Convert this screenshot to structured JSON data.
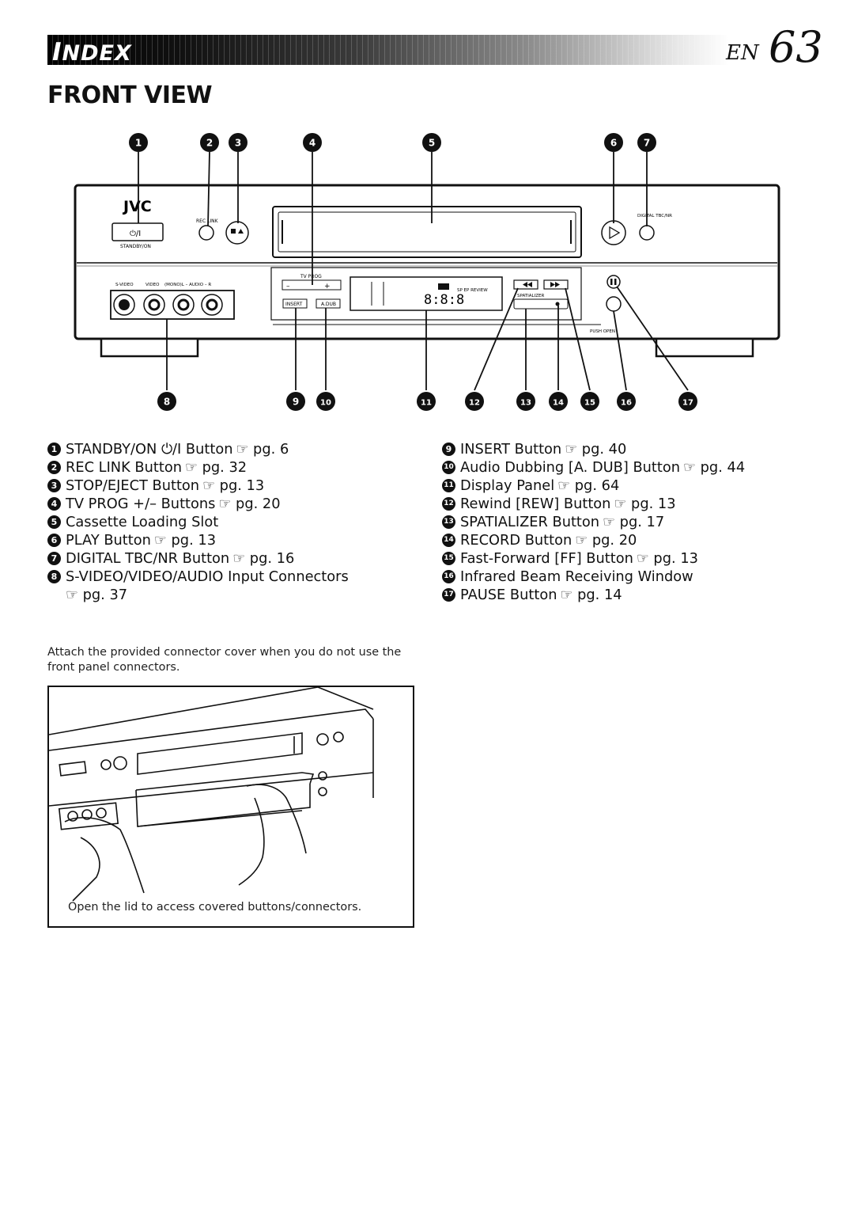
{
  "header": {
    "title_initial": "I",
    "title_rest": "NDEX",
    "lang": "EN",
    "page_number": "63"
  },
  "section_title": "FRONT VIEW",
  "diagram": {
    "brand": "JVC",
    "callout_numbers": [
      "1",
      "2",
      "3",
      "4",
      "5",
      "6",
      "7",
      "8",
      "9",
      "10",
      "11",
      "12",
      "13",
      "14",
      "15",
      "16",
      "17"
    ],
    "labels": {
      "standby_on": "STANDBY/ON",
      "power_symbol": "⏻/I",
      "rec_link": "REC LINK",
      "digital_tbc": "DIGITAL TBC/NR",
      "tv_prog": "TV PROG",
      "minus": "–",
      "plus": "+",
      "insert": "INSERT",
      "adub": "A.DUB",
      "spatializer": "SPATIALIZER",
      "push_open": "PUSH OPEN",
      "svideo": "S-VIDEO",
      "video": "VIDEO",
      "audio": "(MONO)L – AUDIO – R",
      "display_time": "8:8:8",
      "display_sp": "SP  EP  REVIEW"
    }
  },
  "items_left": [
    {
      "n": "1",
      "text": "STANDBY/ON ⏻/I Button",
      "ref": "☞ pg. 6"
    },
    {
      "n": "2",
      "text": "REC LINK Button",
      "ref": "☞ pg. 32"
    },
    {
      "n": "3",
      "text": "STOP/EJECT Button",
      "ref": "☞ pg. 13"
    },
    {
      "n": "4",
      "text": "TV PROG +/– Buttons",
      "ref": "☞ pg. 20"
    },
    {
      "n": "5",
      "text": "Cassette Loading Slot",
      "ref": ""
    },
    {
      "n": "6",
      "text": "PLAY Button",
      "ref": "☞ pg. 13"
    },
    {
      "n": "7",
      "text": "DIGITAL TBC/NR Button",
      "ref": "☞ pg. 16"
    },
    {
      "n": "8",
      "text": "S-VIDEO/VIDEO/AUDIO Input Connectors",
      "ref": ""
    }
  ],
  "item8_continuation": "☞ pg. 37",
  "items_right": [
    {
      "n": "9",
      "text": "INSERT Button",
      "ref": "☞ pg. 40"
    },
    {
      "n": "10",
      "text": "Audio Dubbing [A. DUB] Button",
      "ref": "☞ pg. 44"
    },
    {
      "n": "11",
      "text": "Display Panel",
      "ref": "☞ pg. 64"
    },
    {
      "n": "12",
      "text": "Rewind [REW] Button",
      "ref": "☞ pg. 13"
    },
    {
      "n": "13",
      "text": "SPATIALIZER Button",
      "ref": "☞ pg. 17"
    },
    {
      "n": "14",
      "text": "RECORD Button",
      "ref": "☞ pg. 20"
    },
    {
      "n": "15",
      "text": "Fast-Forward [FF] Button",
      "ref": "☞ pg. 13"
    },
    {
      "n": "16",
      "text": "Infrared Beam Receiving Window",
      "ref": ""
    },
    {
      "n": "17",
      "text": "PAUSE Button",
      "ref": "☞ pg. 14"
    }
  ],
  "note": "Attach the provided connector cover when you do not use the front panel connectors.",
  "illustration_caption": "Open the lid to access covered buttons/connectors."
}
